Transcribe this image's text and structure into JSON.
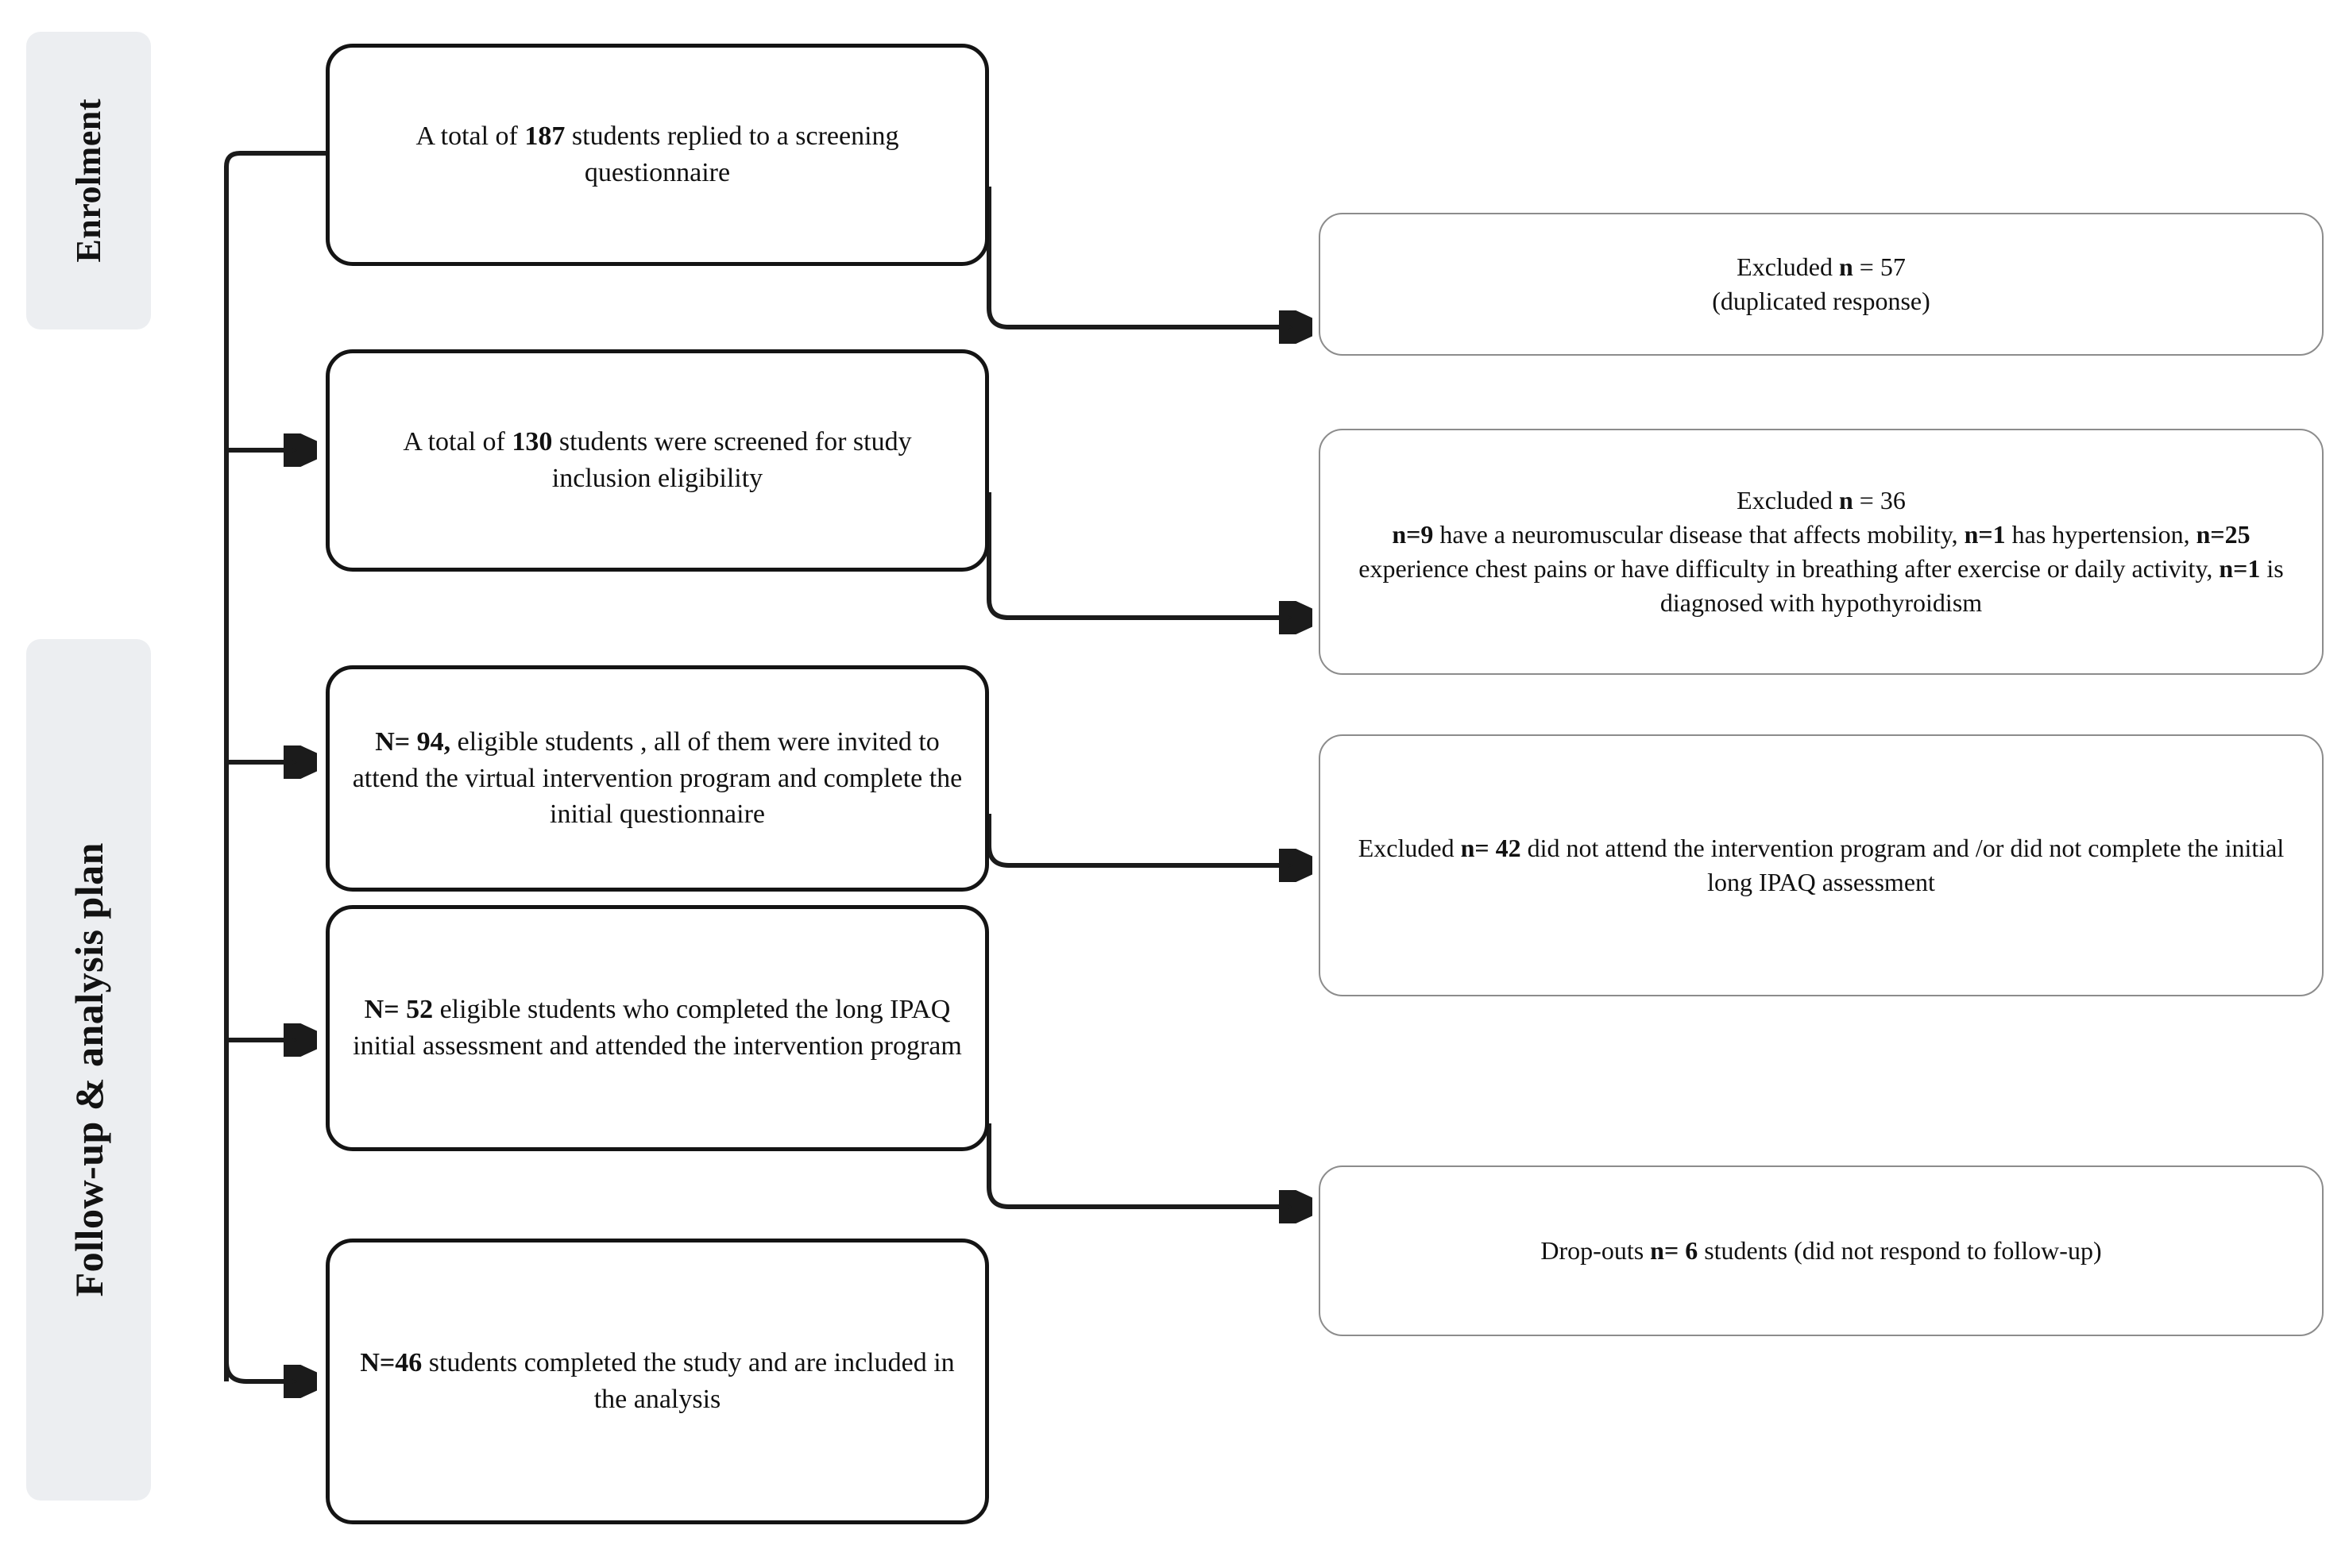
{
  "diagram": {
    "title": "CONSORT-style participant flow diagram",
    "accent_color": "#141414",
    "band_color": "#eceef1",
    "side_box_border": "#8c8c8c"
  },
  "stages": [
    {
      "id": "enrolment",
      "label": "Enrolment"
    },
    {
      "id": "followup",
      "label": "Follow-up & analysis plan"
    }
  ],
  "main_boxes": [
    {
      "id": "screened-replied",
      "count": 187,
      "html": "A total of <b>187</b> students replied to a screening questionnaire",
      "plain": "A total of 187 students replied to a screening questionnaire"
    },
    {
      "id": "screened-eligibility",
      "count": 130,
      "html": "A total of <b>130</b> students were screened for study inclusion eligibility",
      "plain": "A total of 130 students were screened for study inclusion eligibility"
    },
    {
      "id": "eligible-invited",
      "count": 94,
      "html": "<b>N= 94,</b> eligible students , all of them were invited to attend the virtual intervention program and complete the initial questionnaire",
      "plain": "N= 94, eligible students , all of them were invited to attend the virtual intervention program and complete the initial questionnaire"
    },
    {
      "id": "completed-initial-ipaq",
      "count": 52,
      "html": "<b>N= 52</b> eligible students who completed the long IPAQ initial assessment and attended the intervention program",
      "plain": "N= 52 eligible students who completed the long IPAQ initial assessment and attended the intervention program"
    },
    {
      "id": "completed-study",
      "count": 46,
      "html": "<b>N=46</b> students completed the study and are included in the analysis",
      "plain": "N=46 students completed the study and are included in the analysis"
    }
  ],
  "side_boxes": [
    {
      "id": "excluded-duplicates",
      "count": 57,
      "html": "Excluded <b>n</b> = 57<br>(duplicated response)",
      "plain": "Excluded n = 57 (duplicated response)"
    },
    {
      "id": "excluded-health",
      "count": 36,
      "html": "Excluded <b>n</b> = 36<br><b>n=9</b> have a neuromuscular disease that affects mobility, <b>n=1</b> has hypertension, <b>n=25</b> experience chest pains or have difficulty in breathing after exercise or daily activity, <b>n=1</b> is diagnosed with hypothyroidism",
      "plain": "Excluded n = 36 n=9 have a neuromuscular disease that affects mobility, n=1 has hypertension, n=25 experience chest pains or have difficulty in breathing after exercise or daily activity, n=1 is diagnosed with hypothyroidism"
    },
    {
      "id": "excluded-no-attendance",
      "count": 42,
      "html": "Excluded <b>n= 42</b> did not attend the intervention program and /or did not complete the initial long IPAQ assessment",
      "plain": "Excluded n= 42 did not attend the intervention program and /or did not complete the initial long IPAQ assessment"
    },
    {
      "id": "dropouts",
      "count": 6,
      "html": "Drop-outs <b>n= 6</b> students (did not respond to follow-up)",
      "plain": "Drop-outs n= 6 students (did not respond to follow-up)"
    }
  ]
}
